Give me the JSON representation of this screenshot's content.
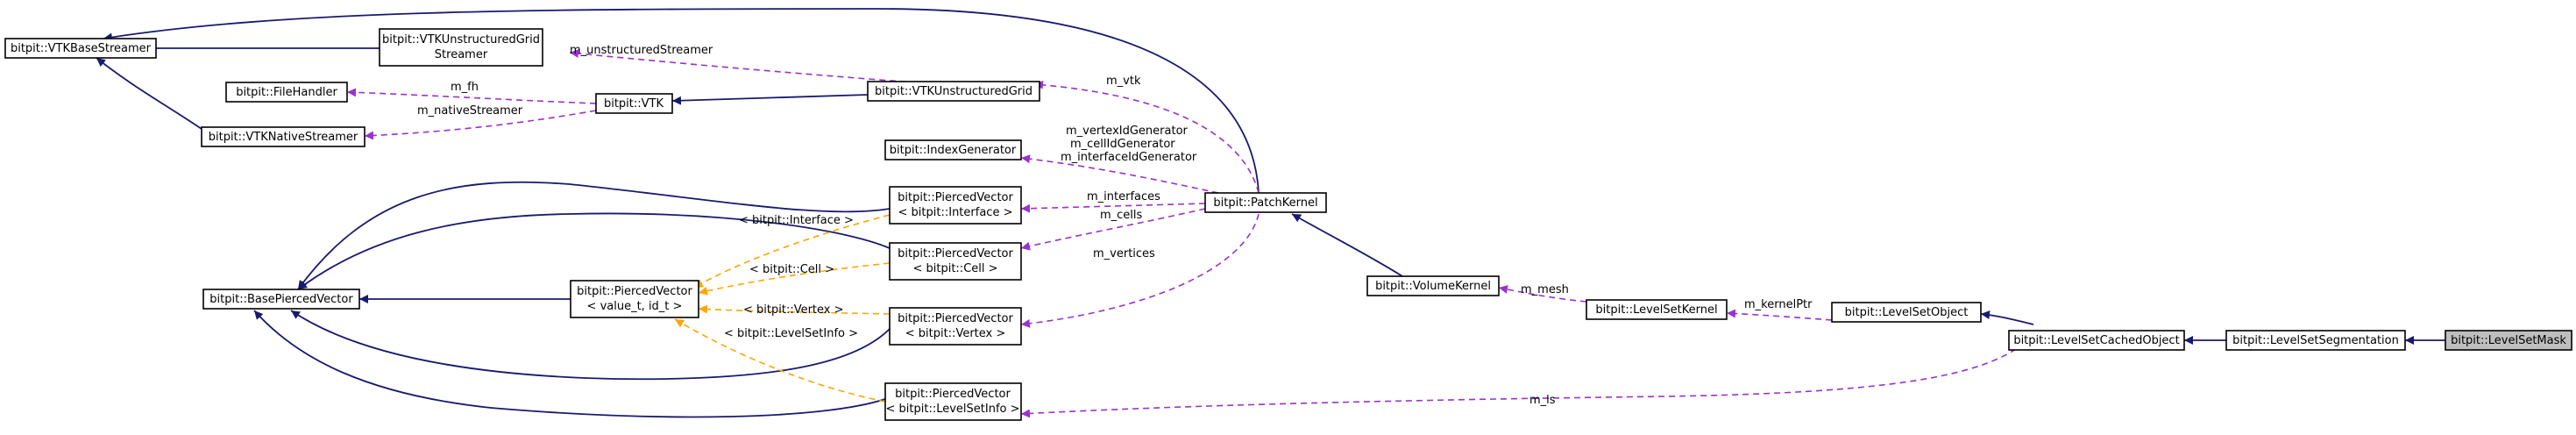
{
  "diagram": {
    "nodes": {
      "vtkbase": [
        "bitpit::VTKBaseStreamer"
      ],
      "unsgridstreamer": [
        "bitpit::VTKUnstructuredGrid",
        "Streamer"
      ],
      "filehandler": [
        "bitpit::FileHandler"
      ],
      "vtk": [
        "bitpit::VTK"
      ],
      "nativestreamer": [
        "bitpit::VTKNativeStreamer"
      ],
      "unsgrid": [
        "bitpit::VTKUnstructuredGrid"
      ],
      "indexgen": [
        "bitpit::IndexGenerator"
      ],
      "pv_interface": [
        "bitpit::PiercedVector",
        "< bitpit::Interface >"
      ],
      "pv_cell": [
        "bitpit::PiercedVector",
        "< bitpit::Cell >"
      ],
      "pv_vertex": [
        "bitpit::PiercedVector",
        "< bitpit::Vertex >"
      ],
      "pv_lsinfo": [
        "bitpit::PiercedVector",
        "< bitpit::LevelSetInfo >"
      ],
      "basepierced": [
        "bitpit::BasePiercedVector"
      ],
      "piercedvec": [
        "bitpit::PiercedVector",
        "< value_t, id_t >"
      ],
      "patchkernel": [
        "bitpit::PatchKernel"
      ],
      "volumekernel": [
        "bitpit::VolumeKernel"
      ],
      "lskernel": [
        "bitpit::LevelSetKernel"
      ],
      "lsobject": [
        "bitpit::LevelSetObject"
      ],
      "lscached": [
        "bitpit::LevelSetCachedObject"
      ],
      "lsseg": [
        "bitpit::LevelSetSegmentation"
      ],
      "lsmask": [
        "bitpit::LevelSetMask"
      ]
    },
    "edge_labels": {
      "m_unstructuredStreamer": "m_unstructuredStreamer",
      "m_fh": "m_fh",
      "m_nativeStreamer": "m_nativeStreamer",
      "m_vtk": "m_vtk",
      "generators": [
        "m_vertexIdGenerator",
        "m_cellIdGenerator",
        "m_interfaceIdGenerator"
      ],
      "m_interfaces": "m_interfaces",
      "m_cells": "m_cells",
      "m_vertices": "m_vertices",
      "m_mesh": "m_mesh",
      "m_kernelPtr": "m_kernelPtr",
      "m_ls": "m_ls",
      "t_interface": "< bitpit::Interface >",
      "t_cell": "< bitpit::Cell >",
      "t_vertex": "< bitpit::Vertex >",
      "t_lsinfo": "< bitpit::LevelSetInfo >"
    },
    "colors": {
      "inheritance": "#191970",
      "association": "#9a32cd",
      "template": "#ffa500",
      "focus_fill": "#bfbfbf"
    }
  }
}
